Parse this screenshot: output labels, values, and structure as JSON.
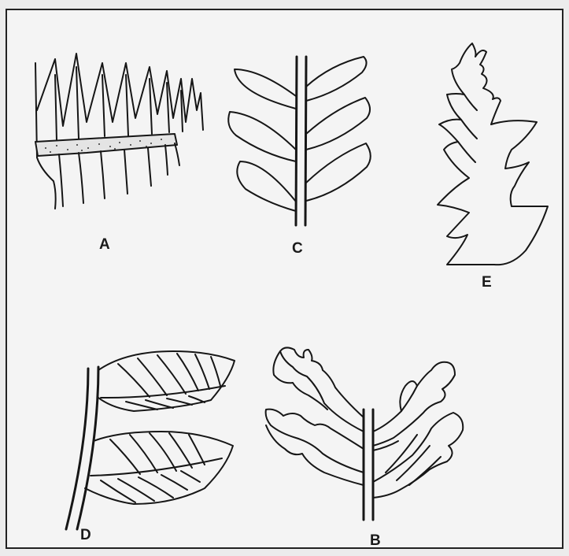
{
  "figure": {
    "labels": {
      "a": "A",
      "b": "B",
      "c": "C",
      "d": "D",
      "e": "E"
    },
    "colors": {
      "background": "#ececec",
      "panel": "#f4f4f4",
      "ink": "#161616",
      "stipple_fill": "#e4e4e4"
    }
  }
}
